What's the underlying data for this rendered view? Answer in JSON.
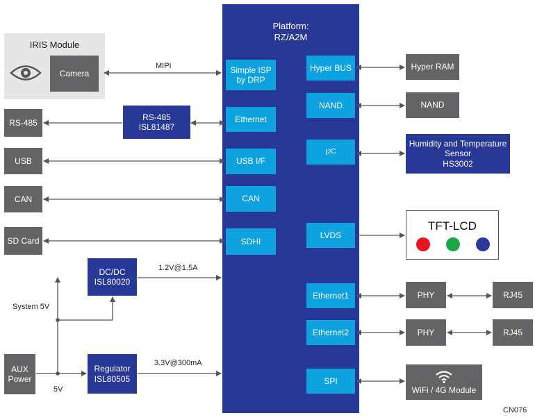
{
  "platform": {
    "title": "Platform:\nRZ/A2M"
  },
  "iris": {
    "title": "IRIS Module",
    "camera": "Camera"
  },
  "left_ifaces": {
    "rs485": "RS-485",
    "usb": "USB",
    "can": "CAN",
    "sdcard": "SD Card",
    "aux": "AUX\nPower"
  },
  "chips": {
    "rs485_ic": "RS-485\nISL81487",
    "dcdc": "DC/DC\nISL80020",
    "regulator": "Regulator\nISL80505"
  },
  "platform_blocks": {
    "isp": "Simple ISP\nby DRP",
    "ethernet": "Ethernet",
    "usbif": "USB I/F",
    "can": "CAN",
    "sdhi": "SDHI",
    "hyperbus": "Hyper BUS",
    "nand": "NAND",
    "i2c_main": "I",
    "i2c_sup": "2",
    "i2c_sub": "C",
    "lvds": "LVDS",
    "eth1": "Ethernet1",
    "eth2": "Ethernet2",
    "spi": "SPI"
  },
  "right_blocks": {
    "hyperram": "Hyper RAM",
    "nand": "NAND",
    "sensor": "Humidity and Temperature\nSensor\nHS3002",
    "tft": "TFT-LCD",
    "phy1": "PHY",
    "phy2": "PHY",
    "rj45_1": "RJ45",
    "rj45_2": "RJ45",
    "wifi": "WiFi / 4G Module"
  },
  "labels": {
    "mipi": "MIPI",
    "v12": "1.2V@1.5A",
    "v33": "3.3V@300mA",
    "sys5v": "System 5V",
    "v5": "5V",
    "code": "CN076"
  },
  "colors": {
    "navy": "#283896",
    "cyan": "#0ea2e0",
    "gray": "#646466",
    "tft_red": "#e8141e",
    "tft_green": "#1aa84a",
    "tft_blue": "#2a3a9a"
  }
}
